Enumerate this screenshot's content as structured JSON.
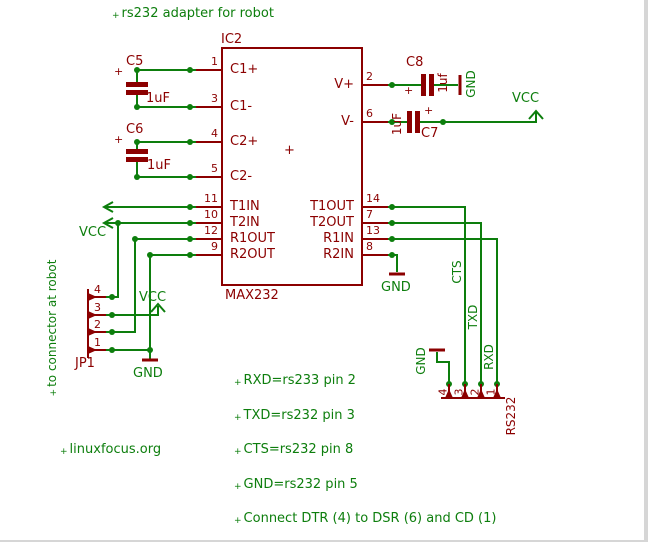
{
  "title": "rs232 adapter for robot",
  "footer": "linuxfocus.org",
  "icons": {
    "text_origin": "+"
  },
  "colors": {
    "wire": "#0d7e0d",
    "component": "#8b0000",
    "background": "#ffffff"
  },
  "ic": {
    "ref": "IC2",
    "part": "MAX232",
    "polarity_mark": "+",
    "left_pins": [
      {
        "num": "1",
        "label": "C1+"
      },
      {
        "num": "3",
        "label": "C1-"
      },
      {
        "num": "4",
        "label": "C2+"
      },
      {
        "num": "5",
        "label": "C2-"
      },
      {
        "num": "11",
        "label": "T1IN"
      },
      {
        "num": "10",
        "label": "T2IN"
      },
      {
        "num": "12",
        "label": "R1OUT"
      },
      {
        "num": "9",
        "label": "R2OUT"
      }
    ],
    "right_pins": [
      {
        "num": "2",
        "label": "V+"
      },
      {
        "num": "6",
        "label": "V-"
      },
      {
        "num": "14",
        "label": "T1OUT"
      },
      {
        "num": "7",
        "label": "T2OUT"
      },
      {
        "num": "13",
        "label": "R1IN"
      },
      {
        "num": "8",
        "label": "R2IN"
      }
    ]
  },
  "capacitors": [
    {
      "ref": "C5",
      "value": "1uF",
      "plus": "+"
    },
    {
      "ref": "C6",
      "value": "1uF",
      "plus": "+"
    },
    {
      "ref": "C8",
      "value": "1uf",
      "plus": "+"
    },
    {
      "ref": "C7",
      "value": "1uF",
      "plus": "+"
    }
  ],
  "power": {
    "vcc": "VCC",
    "gnd": "GND"
  },
  "connectors": {
    "jp1": {
      "ref": "JP1",
      "pins": [
        "4",
        "3",
        "2",
        "1"
      ],
      "note": "to connector at robot"
    },
    "rs232": {
      "ref": "RS232",
      "pins": [
        "4",
        "3",
        "2",
        "1"
      ]
    }
  },
  "net_labels": {
    "cts": "CTS",
    "txd": "TXD",
    "rxd": "RXD"
  },
  "notes": [
    "RXD=rs233 pin 2",
    "TXD=rs232 pin 3",
    "CTS=rs232 pin 8",
    "GND=rs232 pin 5",
    "Connect DTR (4) to DSR (6) and CD (1)"
  ]
}
